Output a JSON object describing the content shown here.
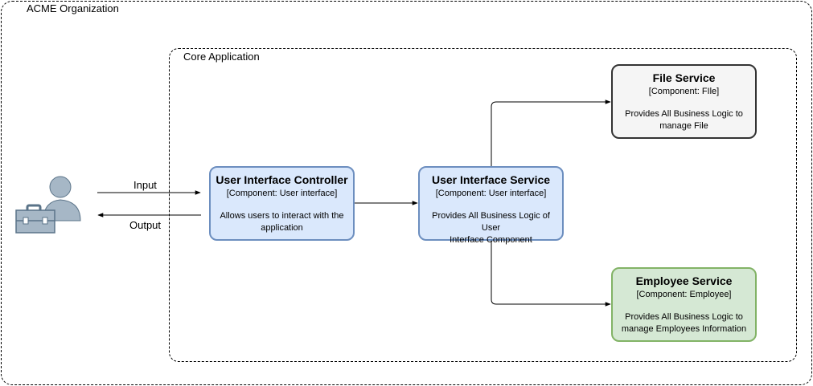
{
  "organization": {
    "label": "ACME Organization"
  },
  "application": {
    "label": "Core Application"
  },
  "edges": {
    "input": "Input",
    "output": "Output"
  },
  "nodes": {
    "ui_controller": {
      "title": "User Interface Controller",
      "type": "[Component: User interface]",
      "desc_line1": "Allows users to interact with the",
      "desc_line2": "application"
    },
    "ui_service": {
      "title": "User Interface Service",
      "type": "[Component: User interface]",
      "desc_line1": "Provides All Business Logic of User",
      "desc_line2": "Interface Component"
    },
    "file_service": {
      "title": "File Service",
      "type": "[Component: FIle]",
      "desc_line1": "Provides All Business Logic to",
      "desc_line2": "manage File"
    },
    "employee_service": {
      "title": "Employee Service",
      "type": "[Component: Employee]",
      "desc_line1": "Provides All Business Logic to",
      "desc_line2": "manage Employees Information"
    }
  },
  "colors": {
    "ui_fill": "#dae8fc",
    "ui_stroke": "#6c8ebf",
    "file_fill": "#f5f5f5",
    "file_stroke": "#333333",
    "employee_fill": "#d5e8d4",
    "employee_stroke": "#82b366",
    "actor_fill": "#a6b7c6",
    "actor_stroke": "#5a7388"
  }
}
